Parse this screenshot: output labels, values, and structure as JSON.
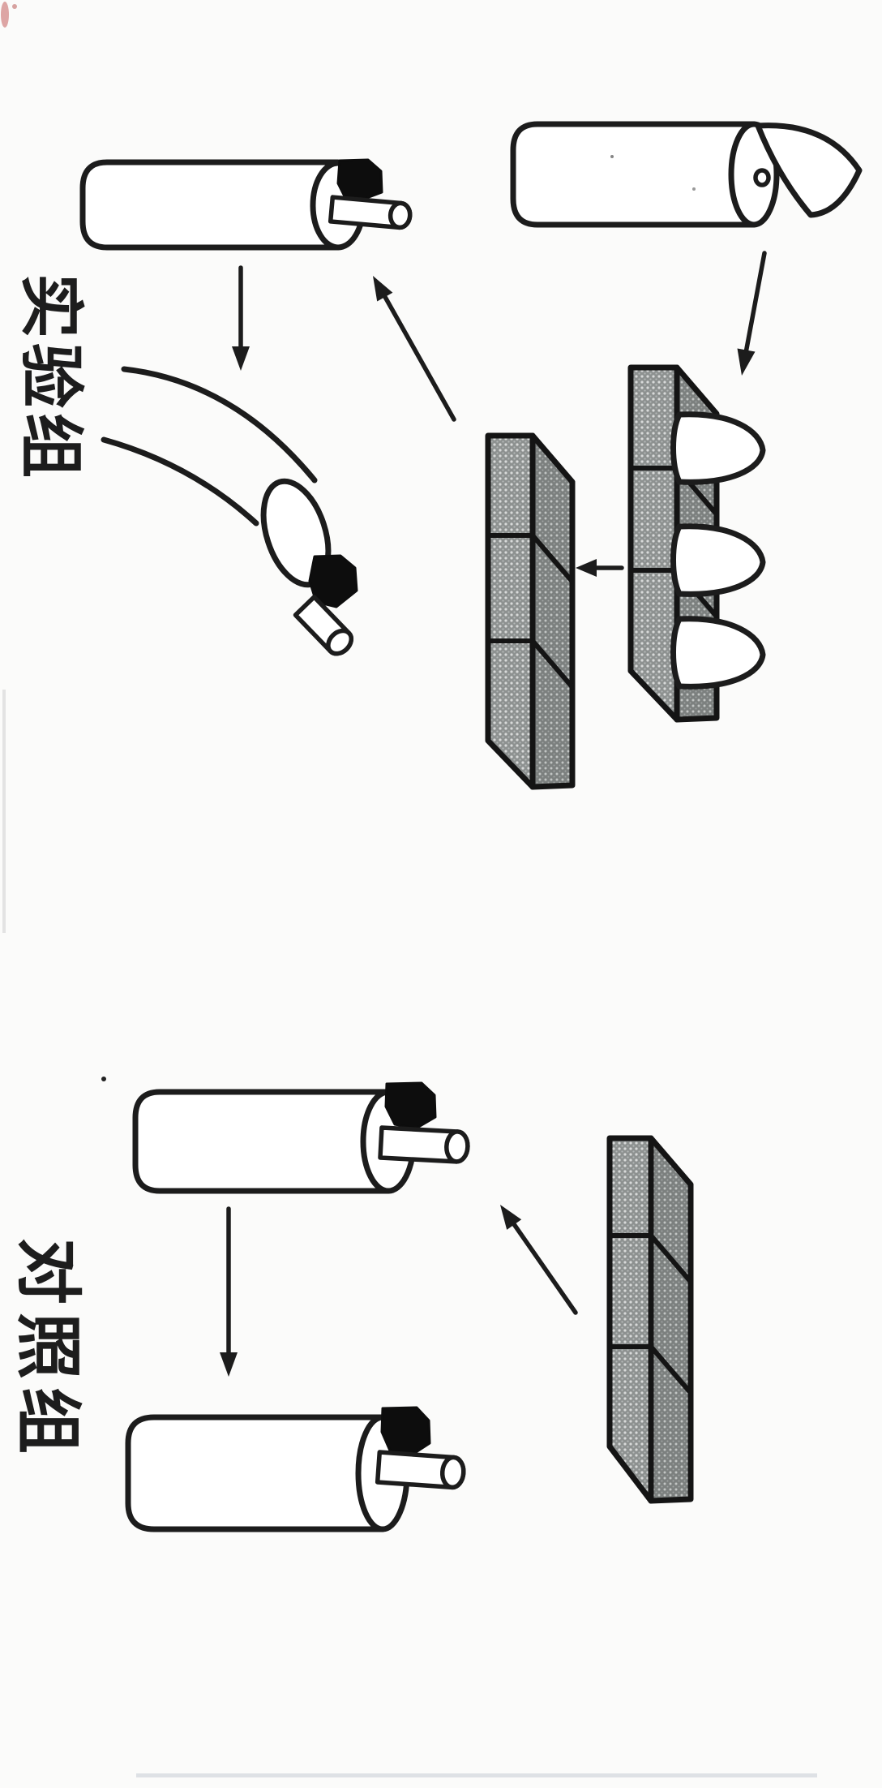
{
  "labels": {
    "experimental": "实验组",
    "control": "对照组"
  },
  "colors": {
    "paper": "#fbfbfa",
    "ink": "#1c1c1c",
    "agar_front": "#8d9190",
    "agar_top": "#7c807f",
    "agar_halftone_dots": "#d8dad9",
    "agar_block_on_stump": "#0d0d0d",
    "tissue_white": "#ffffff",
    "scan_red_mark": "#c0504d"
  },
  "parts": {
    "experimental_group": [
      "intact-coleoptile-with-cut-tip",
      "detached-tip-cone",
      "arrow-tip-to-agar",
      "agar-blocks-with-three-tips",
      "transfer-arrow",
      "plain-agar-blocks-after-tips",
      "arrow-agar-to-stump",
      "decapitated-coleoptile-with-black-agar-block",
      "arrow-growth-result",
      "bent-coleoptile-result"
    ],
    "control_group": [
      "untreated-agar-blocks",
      "arrow-agar-to-stump",
      "decapitated-coleoptile-with-black-agar-block",
      "arrow-growth-result",
      "straight-coleoptile-result"
    ]
  }
}
